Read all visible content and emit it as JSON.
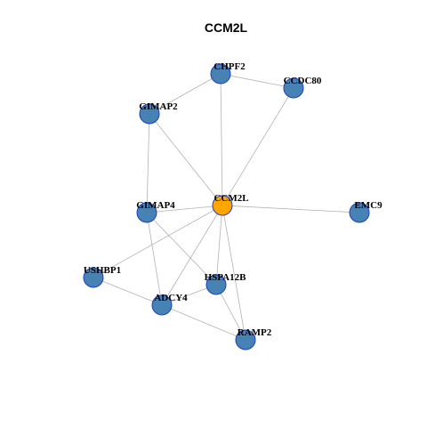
{
  "title": "CCM2L",
  "colors": {
    "center_node": "#FFA500",
    "node": "#4682B4",
    "node_border": "#1F3FC4",
    "edge": "#B3B3B3"
  },
  "nodes": [
    {
      "id": "CCM2L",
      "label": "CCM2L",
      "role": "center"
    },
    {
      "id": "CHPF2",
      "label": "CHPF2",
      "role": "neighbor"
    },
    {
      "id": "CCDC80",
      "label": "CCDC80",
      "role": "neighbor"
    },
    {
      "id": "GIMAP2",
      "label": "GIMAP2",
      "role": "neighbor"
    },
    {
      "id": "GIMAP4",
      "label": "GIMAP4",
      "role": "neighbor"
    },
    {
      "id": "EMC9",
      "label": "EMC9",
      "role": "neighbor"
    },
    {
      "id": "USHBP1",
      "label": "USHBP1",
      "role": "neighbor"
    },
    {
      "id": "HSPA12B",
      "label": "HSPA12B",
      "role": "neighbor"
    },
    {
      "id": "ADCY4",
      "label": "ADCY4",
      "role": "neighbor"
    },
    {
      "id": "RAMP2",
      "label": "RAMP2",
      "role": "neighbor"
    }
  ],
  "edges": [
    [
      "CHPF2",
      "CCDC80"
    ],
    [
      "CHPF2",
      "GIMAP2"
    ],
    [
      "CHPF2",
      "CCM2L"
    ],
    [
      "CCDC80",
      "CCM2L"
    ],
    [
      "GIMAP2",
      "GIMAP4"
    ],
    [
      "GIMAP2",
      "CCM2L"
    ],
    [
      "GIMAP4",
      "CCM2L"
    ],
    [
      "GIMAP4",
      "HSPA12B"
    ],
    [
      "GIMAP4",
      "ADCY4"
    ],
    [
      "CCM2L",
      "EMC9"
    ],
    [
      "CCM2L",
      "USHBP1"
    ],
    [
      "CCM2L",
      "HSPA12B"
    ],
    [
      "CCM2L",
      "ADCY4"
    ],
    [
      "CCM2L",
      "RAMP2"
    ],
    [
      "USHBP1",
      "ADCY4"
    ],
    [
      "HSPA12B",
      "ADCY4"
    ],
    [
      "HSPA12B",
      "RAMP2"
    ],
    [
      "ADCY4",
      "RAMP2"
    ]
  ]
}
